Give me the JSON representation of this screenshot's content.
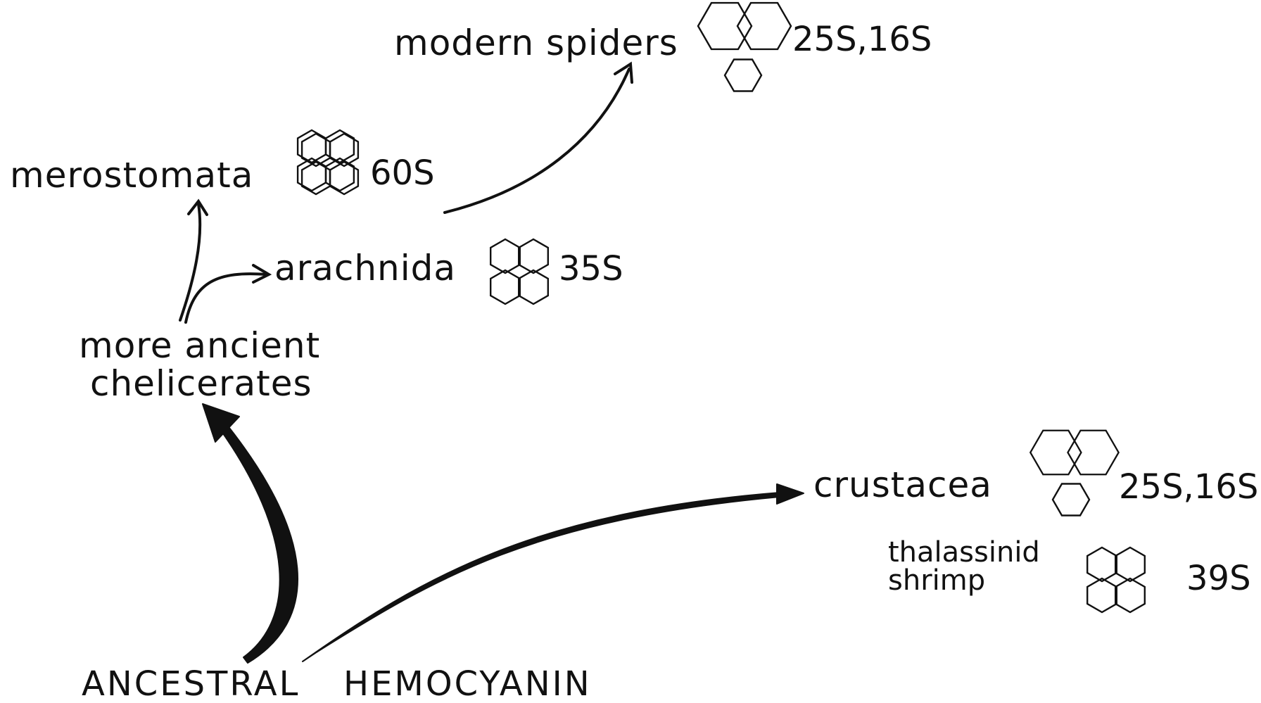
{
  "nodes": {
    "modern_spiders": {
      "label": "modern spiders",
      "size": "25S,16S"
    },
    "merostomata": {
      "label": "merostomata",
      "size": "60S"
    },
    "arachnida": {
      "label": "arachnida",
      "size": "35S"
    },
    "ancient_chelicerates": {
      "line1": "more ancient",
      "line2": "chelicerates"
    },
    "crustacea": {
      "label": "crustacea",
      "size": "25S,16S"
    },
    "thalassinid": {
      "line1": "thalassinid",
      "line2": "shrimp",
      "size": "39S"
    },
    "root": {
      "word1": "ANCESTRAL",
      "word2": "HEMOCYANIN"
    }
  },
  "colors": {
    "ink": "#111111",
    "background": "#ffffff"
  },
  "icons": [
    "hexamer-icon",
    "dihexamer-icon",
    "tetrahexamer-icon",
    "octohexamer-icon"
  ]
}
